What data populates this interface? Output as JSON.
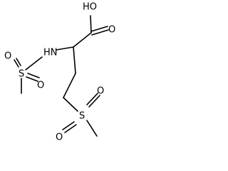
{
  "molecule": {
    "atoms": {
      "hydroxyl": "HO",
      "carbonyl_oxygen": "O",
      "amine": "HN",
      "sulfonamide_sulfur": "S",
      "sulfonamide_oxygen_top": "O",
      "sulfonamide_oxygen_bottom": "O",
      "sulfone_sulfur": "S",
      "sulfone_oxygen_top": "O",
      "sulfone_oxygen_left": "O"
    }
  }
}
